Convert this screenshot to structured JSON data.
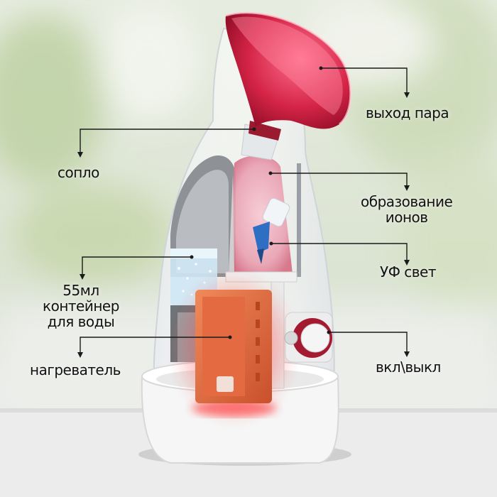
{
  "labels": {
    "steam_outlet": "выход пара",
    "nozzle": "сопло",
    "ion_generation": "образование\nионов",
    "uv_light": "УФ свет",
    "water_tank": "55мл\nконтейнер\nдля воды",
    "heater": "нагреватель",
    "power_switch": "вкл\\выкл"
  },
  "colors": {
    "funnel": "#c8203f",
    "heater": "#e0643a",
    "background": "#dfe6d8",
    "device_body": "#f4f4f4",
    "callout_line": "#1a1a1a"
  }
}
